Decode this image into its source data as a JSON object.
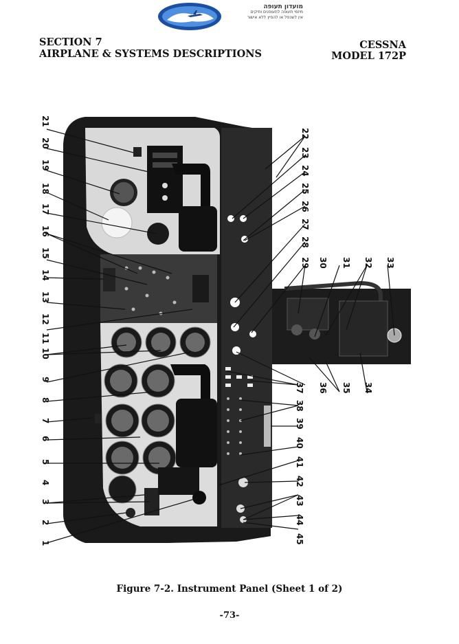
{
  "logo": {
    "line1": "מועדון תעופה",
    "line2": "מיזמי תעופה לתעופנים ותיקים",
    "line3": "אין לשכפל או להפיץ ללא אישור"
  },
  "header": {
    "left_line1": "SECTION 7",
    "left_line2": "AIRPLANE & SYSTEMS DESCRIPTIONS",
    "right_line1": "CESSNA",
    "right_line2": "MODEL 172P"
  },
  "figure": {
    "callouts": [
      "1",
      "2",
      "3",
      "4",
      "5",
      "6",
      "7",
      "8",
      "9",
      "10",
      "11",
      "12",
      "13",
      "14",
      "15",
      "16",
      "17",
      "18",
      "19",
      "20",
      "21",
      "22",
      "23",
      "24",
      "25",
      "26",
      "27",
      "28",
      "29",
      "30",
      "31",
      "32",
      "33",
      "34",
      "35",
      "36",
      "37",
      "38",
      "39",
      "40",
      "41",
      "42",
      "43",
      "44",
      "45"
    ]
  },
  "caption": "Figure 7-2.  Instrument Panel (Sheet 1 of 2)",
  "page_number": "-73-"
}
